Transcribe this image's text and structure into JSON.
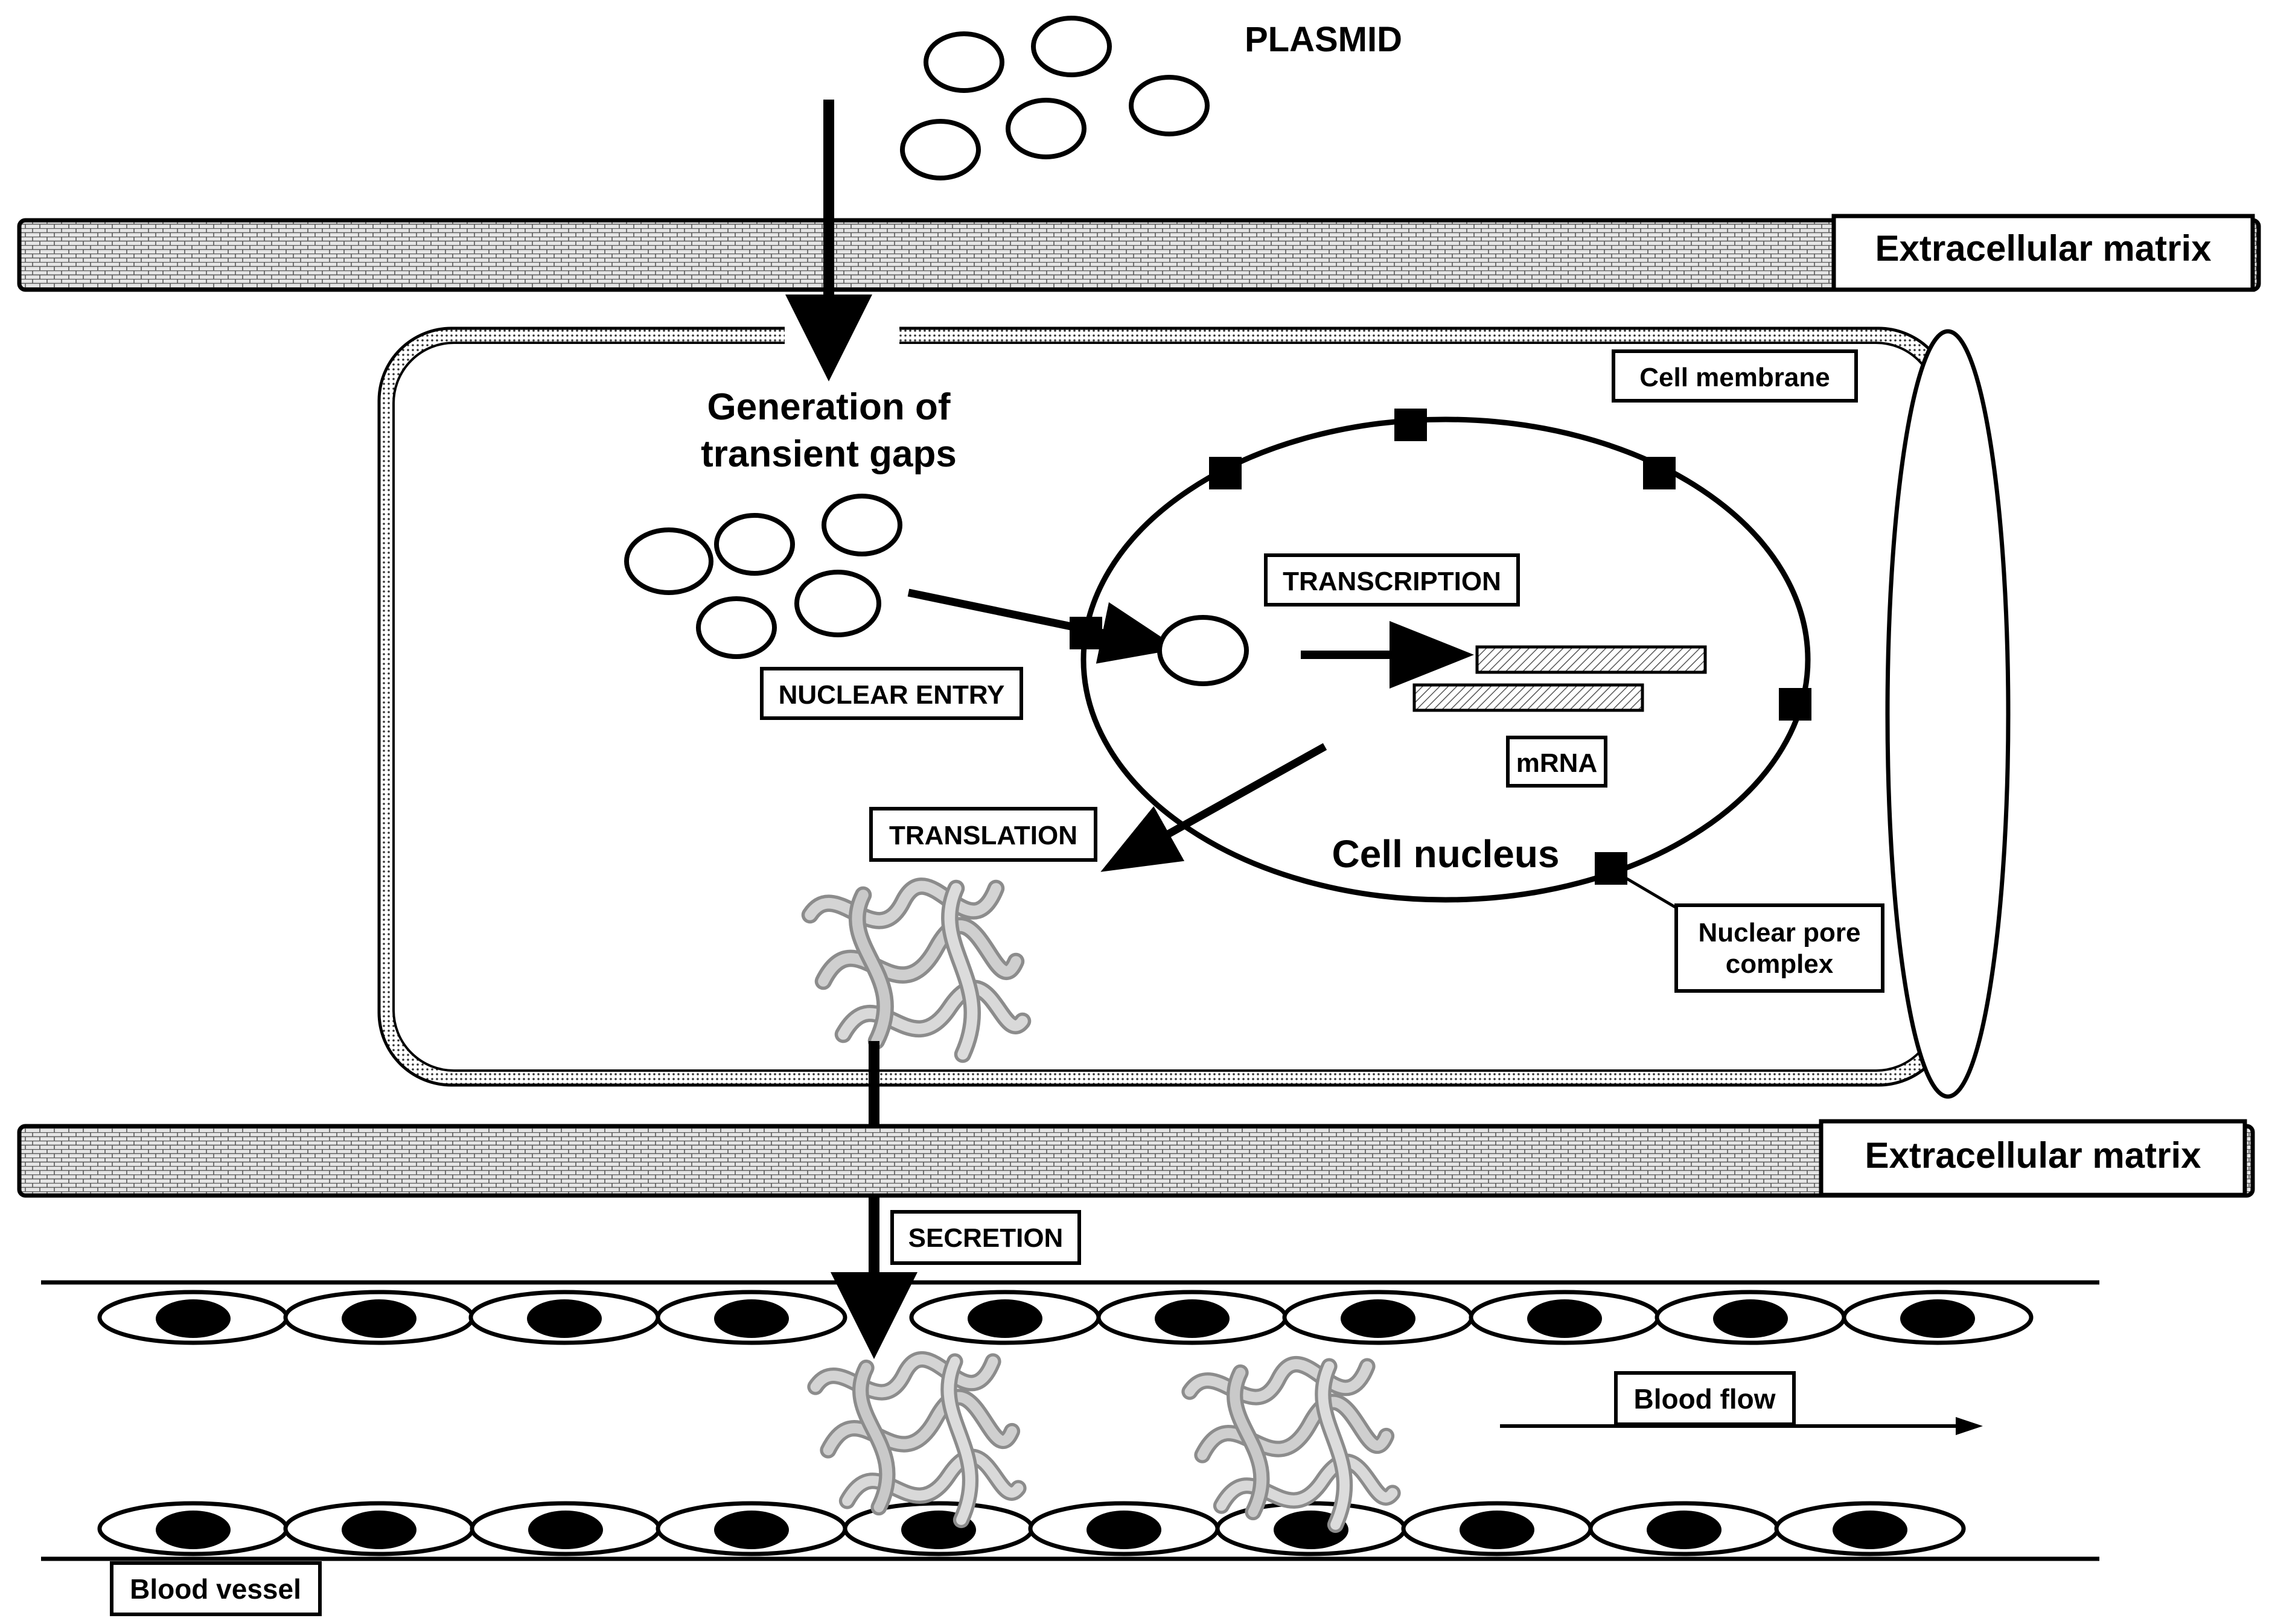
{
  "labels": {
    "plasmid": "PLASMID",
    "ecm_top": "Extracellular matrix",
    "ecm_bottom": "Extracellular matrix",
    "cell_membrane": "Cell membrane",
    "gaps_line1": "Generation of",
    "gaps_line2": "transient gaps",
    "transcription": "TRANSCRIPTION",
    "nuclear_entry": "NUCLEAR ENTRY",
    "mrna": "mRNA",
    "translation": "TRANSLATION",
    "cell_nucleus": "Cell nucleus",
    "pore_line1": "Nuclear pore",
    "pore_line2": "complex",
    "secretion": "SECRETION",
    "blood_flow": "Blood flow",
    "blood_vessel": "Blood vessel"
  },
  "colors": {
    "ink": "#000000",
    "matrix_fill": "#d9d9d9",
    "protein_light": "#cfcfcf",
    "protein_dark": "#8c8c8c"
  }
}
